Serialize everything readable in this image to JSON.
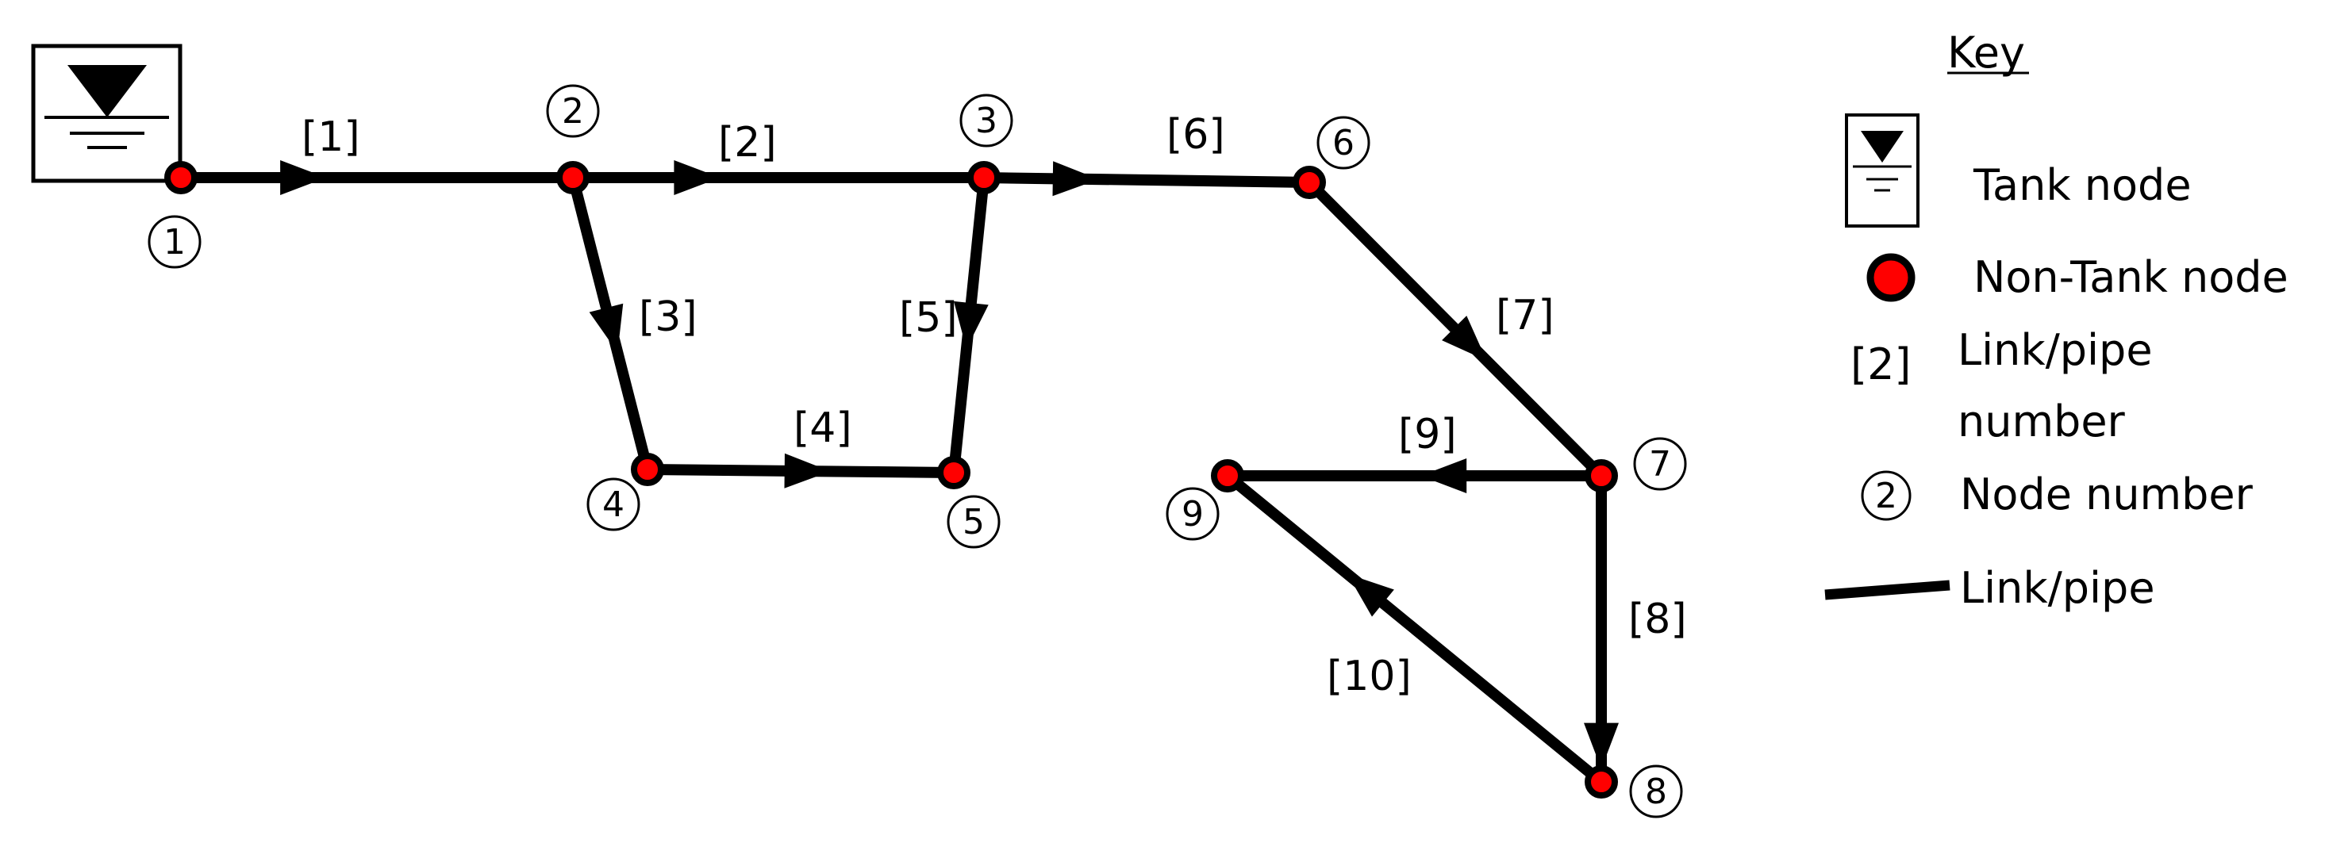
{
  "key": {
    "title": "Key",
    "tank_label": "Tank node",
    "non_tank_label": "Non-Tank node",
    "link_number_sample": "[2]",
    "link_number_label_line1": "Link/pipe",
    "link_number_label_line2": "number",
    "node_number_sample": "2",
    "node_number_label": "Node number",
    "link_label": "Link/pipe"
  },
  "nodes": [
    {
      "id": "1",
      "label": "1",
      "type": "tank"
    },
    {
      "id": "2",
      "label": "2",
      "type": "non-tank"
    },
    {
      "id": "3",
      "label": "3",
      "type": "non-tank"
    },
    {
      "id": "4",
      "label": "4",
      "type": "non-tank"
    },
    {
      "id": "5",
      "label": "5",
      "type": "non-tank"
    },
    {
      "id": "6",
      "label": "6",
      "type": "non-tank"
    },
    {
      "id": "7",
      "label": "7",
      "type": "non-tank"
    },
    {
      "id": "8",
      "label": "8",
      "type": "non-tank"
    },
    {
      "id": "9",
      "label": "9",
      "type": "non-tank"
    }
  ],
  "links": [
    {
      "label": "[1]",
      "from": "1",
      "to": "2"
    },
    {
      "label": "[2]",
      "from": "2",
      "to": "3"
    },
    {
      "label": "[3]",
      "from": "2",
      "to": "4"
    },
    {
      "label": "[4]",
      "from": "4",
      "to": "5"
    },
    {
      "label": "[5]",
      "from": "3",
      "to": "5"
    },
    {
      "label": "[6]",
      "from": "3",
      "to": "6"
    },
    {
      "label": "[7]",
      "from": "6",
      "to": "7"
    },
    {
      "label": "[8]",
      "from": "7",
      "to": "8"
    },
    {
      "label": "[9]",
      "from": "7",
      "to": "9"
    },
    {
      "label": "[10]",
      "from": "8",
      "to": "9"
    }
  ],
  "colors": {
    "node_fill": "#ff0000",
    "node_stroke": "#000000",
    "pipe": "#000000",
    "background": "#ffffff"
  },
  "icons": {
    "tank": "tank-icon",
    "arrow": "flow-arrow-icon"
  }
}
